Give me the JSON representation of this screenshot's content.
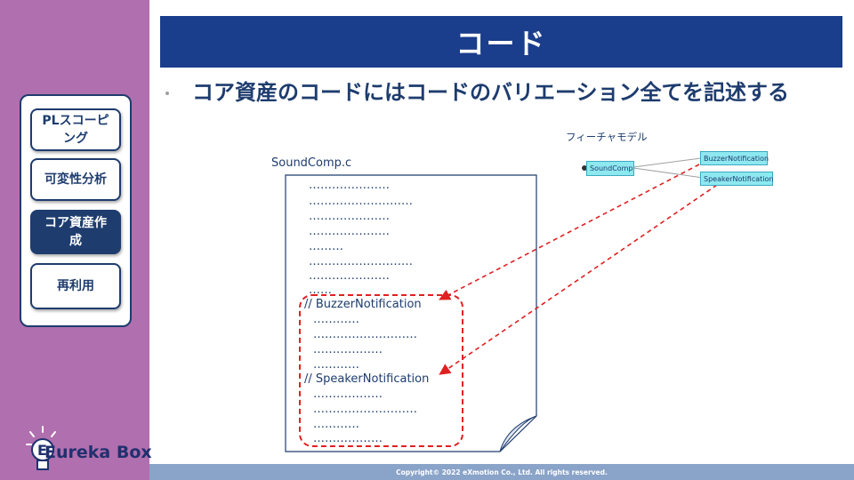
{
  "sidebar": {
    "items": [
      {
        "label": "PLスコーピング",
        "active": false
      },
      {
        "label": "可変性分析",
        "active": false
      },
      {
        "label": "コア資産作成",
        "active": true
      },
      {
        "label": "再利用",
        "active": false
      }
    ],
    "logo": {
      "text": "Eureka Box",
      "icon": "lightbulb-icon"
    }
  },
  "slide": {
    "title": "コード",
    "bullet": "コア資産のコードにはコードのバリエーション全てを記述する"
  },
  "feature_model": {
    "label": "フィーチャモデル",
    "root": "SoundComp",
    "children": [
      "BuzzerNotification",
      "SpeakerNotification"
    ]
  },
  "code_file": {
    "name": "SoundComp.c",
    "lines": [
      "…………………",
      "………………………",
      "…………………",
      "…………………",
      "………",
      "………………………",
      "…………………",
      "……"
    ],
    "buzzer_comment": "// BuzzerNotification",
    "buzzer_lines": [
      "…………",
      "………………………",
      "………………",
      "…………"
    ],
    "speaker_comment": "// SpeakerNotification",
    "speaker_lines": [
      "………………",
      "………………………",
      "…………",
      "………………"
    ]
  },
  "footer": {
    "copyright": "Copyright© 2022 eXmotion Co., Ltd. All rights reserved."
  },
  "colors": {
    "sidebar": "#b06fae",
    "navy": "#1e3c6e",
    "title_bar": "#1a3d8c",
    "highlight": "#e02020",
    "node": "#8ee8f0"
  }
}
